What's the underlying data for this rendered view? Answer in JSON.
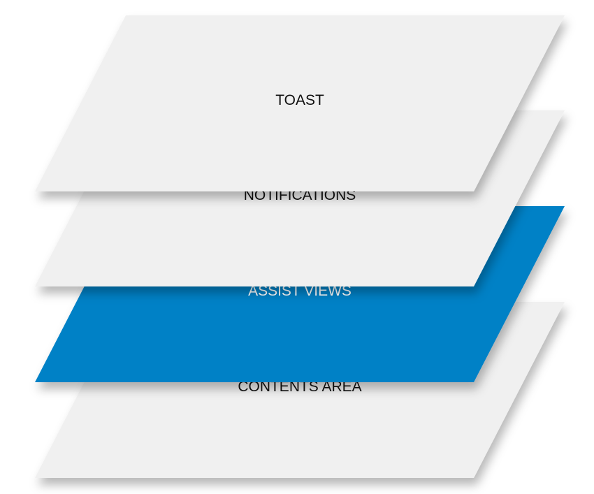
{
  "layers": [
    {
      "label": "CONTENTS AREA",
      "fill": "#f0f0f0",
      "text_color": "#111111"
    },
    {
      "label": "ASSIST VIEWS",
      "fill": "#0081c6",
      "text_color": "#ffffff"
    },
    {
      "label": "NOTIFICATIONS",
      "fill": "#f0f0f0",
      "text_color": "#111111"
    },
    {
      "label": "TOAST",
      "fill": "#f0f0f0",
      "text_color": "#111111"
    }
  ]
}
